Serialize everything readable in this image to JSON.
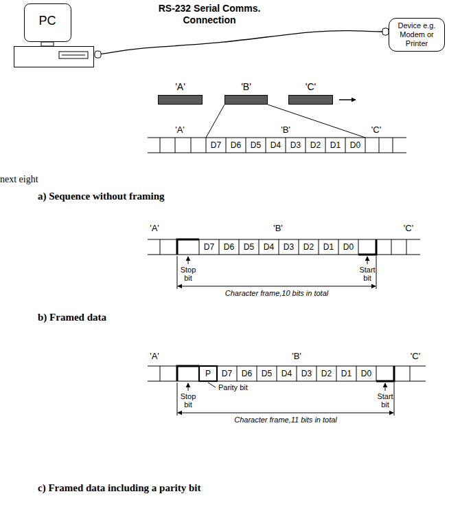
{
  "diagram": {
    "nodes": [
      {
        "text": [
          "PC"
        ]
      },
      {
        "text": [
          "Device e.g. Modem or Printer"
        ]
      },
      {
        "text": [
          "'A'"
        ]
      },
      {
        "text": [
          "'B'"
        ]
      },
      {
        "text": [
          "'C'"
        ]
      }
    ],
    "edges": [
      {
        "from": 0,
        "to": 1,
        "arrow": "none"
      }
    ],
    "labels": [
      "RS-232 Serial Comms. Connection",
      "'A'",
      "'B'",
      "'C'",
      "D7",
      "D6",
      "D5",
      "D4",
      "D3",
      "D2",
      "D1",
      "D0",
      "next eight",
      "a) Sequence without framing",
      "'A'",
      "'B'",
      "'C'",
      "D7",
      "D6",
      "D5",
      "D4",
      "D3",
      "D2",
      "D1",
      "D0",
      "Stop bit",
      "Start bit",
      "Character frame,10 bits in total",
      "b) Framed data",
      "'A'",
      "'B'",
      "'C'",
      "P",
      "D7",
      "D6",
      "D5",
      "D4",
      "D3",
      "D2",
      "D1",
      "D0",
      "Parity bit",
      "Stop bit",
      "Start bit",
      "Character frame,11 bits in total",
      "c) Framed data including a parity bit"
    ]
  }
}
